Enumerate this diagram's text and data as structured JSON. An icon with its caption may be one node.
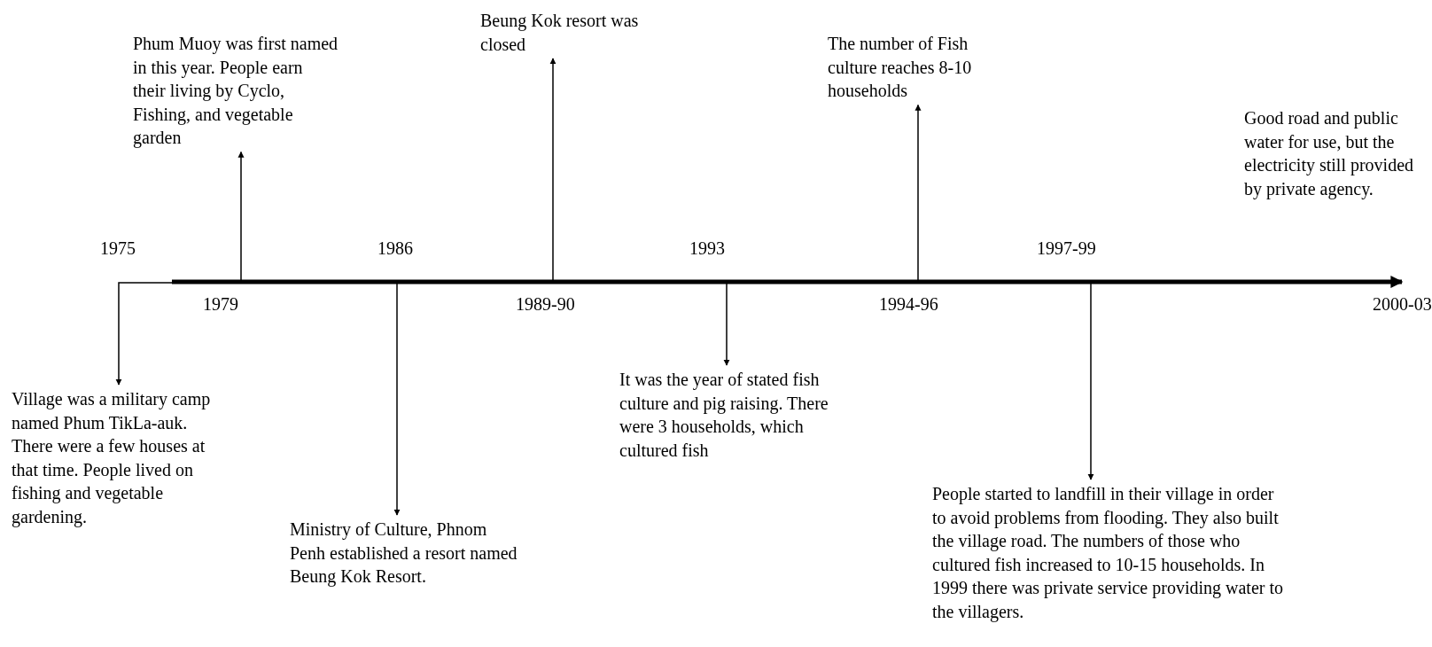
{
  "diagram": {
    "nodes": [
      {
        "text": [
          "Village was a military camp named Phum TikLa-auk. There were a few houses at that time. People lived on fishing and vegetable gardening."
        ]
      },
      {
        "text": [
          "Phum Muoy was first named in this year. People earn their living by Cyclo, Fishing, and vegetable garden"
        ]
      },
      {
        "text": [
          "Ministry of Culture, Phnom Penh established a resort named Beung Kok Resort."
        ]
      },
      {
        "text": [
          "Beung Kok resort was closed"
        ]
      },
      {
        "text": [
          "It was the year of stated fish culture and pig raising. There were 3 households, which cultured fish"
        ]
      },
      {
        "text": [
          "The number of Fish culture reaches 8-10 households"
        ]
      },
      {
        "text": [
          "People started to landfill in their village in order to avoid problems from flooding. They also built the village road. The numbers of those who cultured fish increased to 10-15 households. In 1999 there was private service providing water to the villagers."
        ]
      }
    ],
    "edges": [
      {
        "from": null,
        "to": 0,
        "arrow": "to"
      },
      {
        "from": null,
        "to": 1,
        "arrow": "to"
      },
      {
        "from": null,
        "to": 2,
        "arrow": "to"
      },
      {
        "from": null,
        "to": 3,
        "arrow": "to"
      },
      {
        "from": null,
        "to": 4,
        "arrow": "to"
      },
      {
        "from": null,
        "to": 5,
        "arrow": "to"
      },
      {
        "from": null,
        "to": 6,
        "arrow": "to"
      }
    ],
    "labels": [
      "Good road and public water for use, but the electricity still provided by private agency.",
      "1975",
      "1986",
      "1993",
      "1997-99",
      "1979",
      "1989-90",
      "1994-96",
      "2000-03"
    ]
  }
}
